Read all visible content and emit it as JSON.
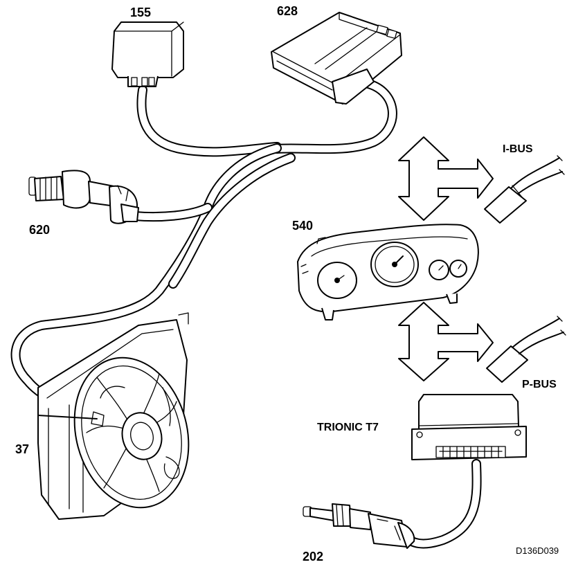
{
  "labels": {
    "relay": "155",
    "control_module": "628",
    "sensor_620": "620",
    "instrument_cluster": "540",
    "fan": "37",
    "ecu": "TRIONIC T7",
    "temp_sensor": "202",
    "ibus": "I-BUS",
    "pbus": "P-BUS"
  },
  "reference": "D136D039"
}
